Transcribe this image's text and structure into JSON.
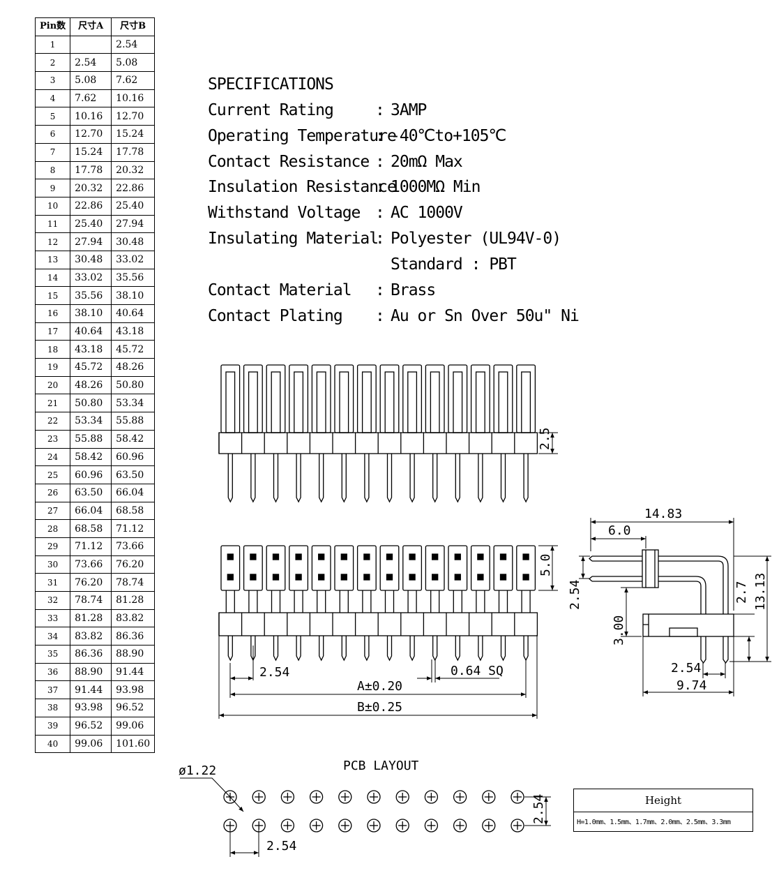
{
  "pin_table": {
    "headers": [
      "Pin数",
      "尺寸A",
      "尺寸B"
    ],
    "rows": [
      [
        "1",
        "",
        "2.54"
      ],
      [
        "2",
        "2.54",
        "5.08"
      ],
      [
        "3",
        "5.08",
        "7.62"
      ],
      [
        "4",
        "7.62",
        "10.16"
      ],
      [
        "5",
        "10.16",
        "12.70"
      ],
      [
        "6",
        "12.70",
        "15.24"
      ],
      [
        "7",
        "15.24",
        "17.78"
      ],
      [
        "8",
        "17.78",
        "20.32"
      ],
      [
        "9",
        "20.32",
        "22.86"
      ],
      [
        "10",
        "22.86",
        "25.40"
      ],
      [
        "11",
        "25.40",
        "27.94"
      ],
      [
        "12",
        "27.94",
        "30.48"
      ],
      [
        "13",
        "30.48",
        "33.02"
      ],
      [
        "14",
        "33.02",
        "35.56"
      ],
      [
        "15",
        "35.56",
        "38.10"
      ],
      [
        "16",
        "38.10",
        "40.64"
      ],
      [
        "17",
        "40.64",
        "43.18"
      ],
      [
        "18",
        "43.18",
        "45.72"
      ],
      [
        "19",
        "45.72",
        "48.26"
      ],
      [
        "20",
        "48.26",
        "50.80"
      ],
      [
        "21",
        "50.80",
        "53.34"
      ],
      [
        "22",
        "53.34",
        "55.88"
      ],
      [
        "23",
        "55.88",
        "58.42"
      ],
      [
        "24",
        "58.42",
        "60.96"
      ],
      [
        "25",
        "60.96",
        "63.50"
      ],
      [
        "26",
        "63.50",
        "66.04"
      ],
      [
        "27",
        "66.04",
        "68.58"
      ],
      [
        "28",
        "68.58",
        "71.12"
      ],
      [
        "29",
        "71.12",
        "73.66"
      ],
      [
        "30",
        "73.66",
        "76.20"
      ],
      [
        "31",
        "76.20",
        "78.74"
      ],
      [
        "32",
        "78.74",
        "81.28"
      ],
      [
        "33",
        "81.28",
        "83.82"
      ],
      [
        "34",
        "83.82",
        "86.36"
      ],
      [
        "35",
        "86.36",
        "88.90"
      ],
      [
        "36",
        "88.90",
        "91.44"
      ],
      [
        "37",
        "91.44",
        "93.98"
      ],
      [
        "38",
        "93.98",
        "96.52"
      ],
      [
        "39",
        "96.52",
        "99.06"
      ],
      [
        "40",
        "99.06",
        "101.60"
      ]
    ]
  },
  "specifications": {
    "title": "SPECIFICATIONS",
    "colon": ":",
    "rows": [
      {
        "label": "Current Rating",
        "value": "3AMP"
      },
      {
        "label": "Operating Temperature",
        "value": "-40℃to+105℃"
      },
      {
        "label": "Contact Resistance",
        "value": "20mΩ Max"
      },
      {
        "label": "Insulation Resistance",
        "value": "1000MΩ Min"
      },
      {
        "label": "Withstand Voltage",
        "value": "AC 1000V"
      },
      {
        "label": "Insulating Material",
        "value": "Polyester (UL94V-0)"
      },
      {
        "label": "",
        "value": "Standard : PBT"
      },
      {
        "label": "Contact Material",
        "value": "Brass"
      },
      {
        "label": "Contact Plating",
        "value": "Au or Sn Over 50u\" Ni"
      }
    ]
  },
  "front_view": {
    "pin_count": 14,
    "dim_housing": "2.5"
  },
  "top_view": {
    "pin_count": 14,
    "dim_height": "5.0",
    "dim_pitch": "2.54",
    "dim_pin_sq": "0.64 SQ",
    "dim_a": "A±0.20",
    "dim_b": "B±0.25"
  },
  "side_view": {
    "dim_overall": "14.83",
    "dim_tail": "6.0",
    "dim_row_pitch": "2.54",
    "dim_height_1": "2.7",
    "dim_height_2": "13.13",
    "dim_housing": "3.00",
    "dim_pitch_bottom": "2.54",
    "dim_depth": "9.74"
  },
  "pcb_layout": {
    "title": "PCB LAYOUT",
    "hole_dia": "ø1.22",
    "pitch_x": "2.54",
    "pitch_y": "2.54",
    "holes_per_row": 11
  },
  "height_box": {
    "title": "Height",
    "values": "H=1.0mm、1.5mm、1.7mm、2.0mm、2.5mm、3.3mm"
  }
}
